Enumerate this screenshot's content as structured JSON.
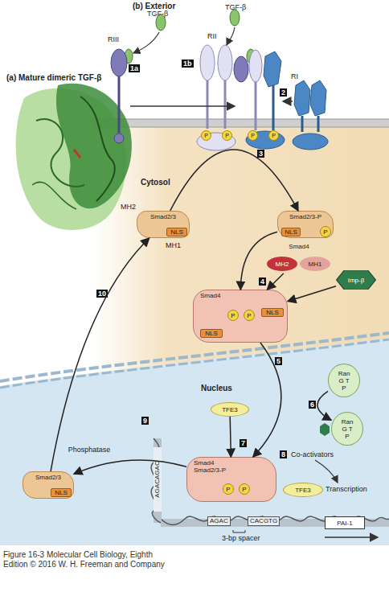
{
  "diagram": {
    "caption": "Figure 16-3 Molecular Cell Biology, Eighth Edition © 2016 W. H. Freeman and Company",
    "nodes": [
      {
        "text": [
          "Smad2/3"
        ]
      },
      {
        "text": [
          "NLS"
        ],
        "in": 0
      },
      {
        "text": [
          "Smad2/3-P"
        ]
      },
      {
        "text": [
          "NLS"
        ],
        "in": 2
      },
      {
        "text": [
          "P"
        ],
        "in": 2
      },
      {
        "text": [
          "Smad4"
        ]
      },
      {
        "text": [
          "MH2"
        ],
        "in": 5
      },
      {
        "text": [
          "MH1"
        ],
        "in": 5
      },
      {
        "text": [
          "Imp-β"
        ]
      },
      {
        "text": [
          "Smad4"
        ]
      },
      {
        "text": [
          "P"
        ],
        "in": 9
      },
      {
        "text": [
          "P"
        ],
        "in": 9
      },
      {
        "text": [
          "NLS"
        ],
        "in": 9
      },
      {
        "text": [
          "NLS"
        ],
        "in": 9
      },
      {
        "text": [
          "Ran G T P"
        ]
      },
      {
        "text": [
          "Ran G T P"
        ]
      },
      {
        "text": [
          "TFE3"
        ]
      },
      {
        "text": [
          "Smad4",
          "Smad2/3-P"
        ]
      },
      {
        "text": [
          "P"
        ],
        "in": 17
      },
      {
        "text": [
          "P"
        ],
        "in": 17
      },
      {
        "text": [
          "TFE3"
        ]
      },
      {
        "text": [
          "Smad2/3"
        ]
      },
      {
        "text": [
          "NLS"
        ],
        "in": 21
      },
      {
        "text": [
          "PAI-1"
        ]
      }
    ],
    "edges": [
      {
        "from": 0,
        "to": 2,
        "arrow": "to"
      },
      {
        "from": 2,
        "to": 9,
        "arrow": "to"
      },
      {
        "from": 5,
        "to": 9,
        "arrow": "to"
      },
      {
        "from": 8,
        "to": 9,
        "arrow": "to"
      },
      {
        "from": 9,
        "to": 17,
        "arrow": "to"
      },
      {
        "from": 14,
        "to": 15,
        "arrow": "to"
      },
      {
        "from": 16,
        "to": 17,
        "arrow": "to"
      },
      {
        "from": 17,
        "to": 21,
        "label": "Phosphatase",
        "arrow": "to"
      },
      {
        "from": 21,
        "to": 0,
        "arrow": "to"
      }
    ],
    "labels": [
      "(b) Exterior",
      "TGF-β",
      "TGF-β",
      "RIII",
      "RII",
      "RI",
      "1a",
      "1b",
      "2",
      "3",
      "(a) Mature dimeric TGF-β",
      "Cytosol",
      "MH2",
      "MH1",
      "P",
      "P",
      "P",
      "P",
      "4",
      "5",
      "Nucleus",
      "6",
      "7",
      "8",
      "Co-activators",
      "9",
      "10",
      "AGACAGAC",
      "AGAC",
      "CACGTG",
      "3-bp spacer",
      "Transcription"
    ]
  }
}
